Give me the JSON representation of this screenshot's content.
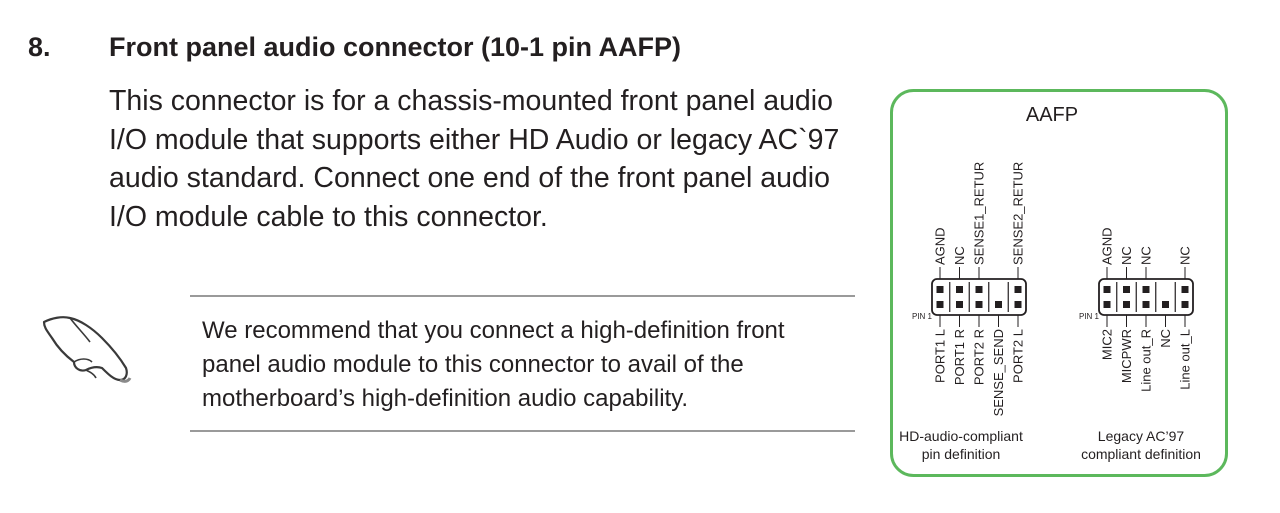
{
  "section": {
    "number": "8.",
    "title": "Front panel audio connector (10-1 pin AAFP)"
  },
  "body": {
    "lines": [
      "This connector is for a chassis-mounted front panel audio",
      "I/O module that supports either HD Audio or legacy AC`97",
      "audio standard. Connect one end of the front panel audio",
      "I/O module cable to this connector."
    ]
  },
  "note": {
    "icon": "pointing-hand-icon",
    "lines": [
      "We recommend that you connect a high-definition front",
      "panel audio module to this connector to avail of the",
      "motherboard’s high-definition audio capability."
    ]
  },
  "diagram": {
    "title": "AAFP",
    "border_color": "#5cb85c",
    "pin1_label": "PIN 1",
    "hd": {
      "top_labels": [
        "AGND",
        "NC",
        "SENSE1_RETUR",
        "",
        "SENSE2_RETUR"
      ],
      "bottom_labels": [
        "PORT1 L",
        "PORT1 R",
        "PORT2 R",
        "SENSE_SEND",
        "PORT2 L"
      ],
      "caption_line1": "HD-audio-compliant",
      "caption_line2": "pin definition"
    },
    "legacy": {
      "top_labels": [
        "AGND",
        "NC",
        "NC",
        "",
        "NC"
      ],
      "bottom_labels": [
        "MIC2",
        "MICPWR",
        "Line out_R",
        "NC",
        "Line out_L"
      ],
      "caption_line1": "Legacy AC’97",
      "caption_line2": "compliant definition"
    }
  }
}
